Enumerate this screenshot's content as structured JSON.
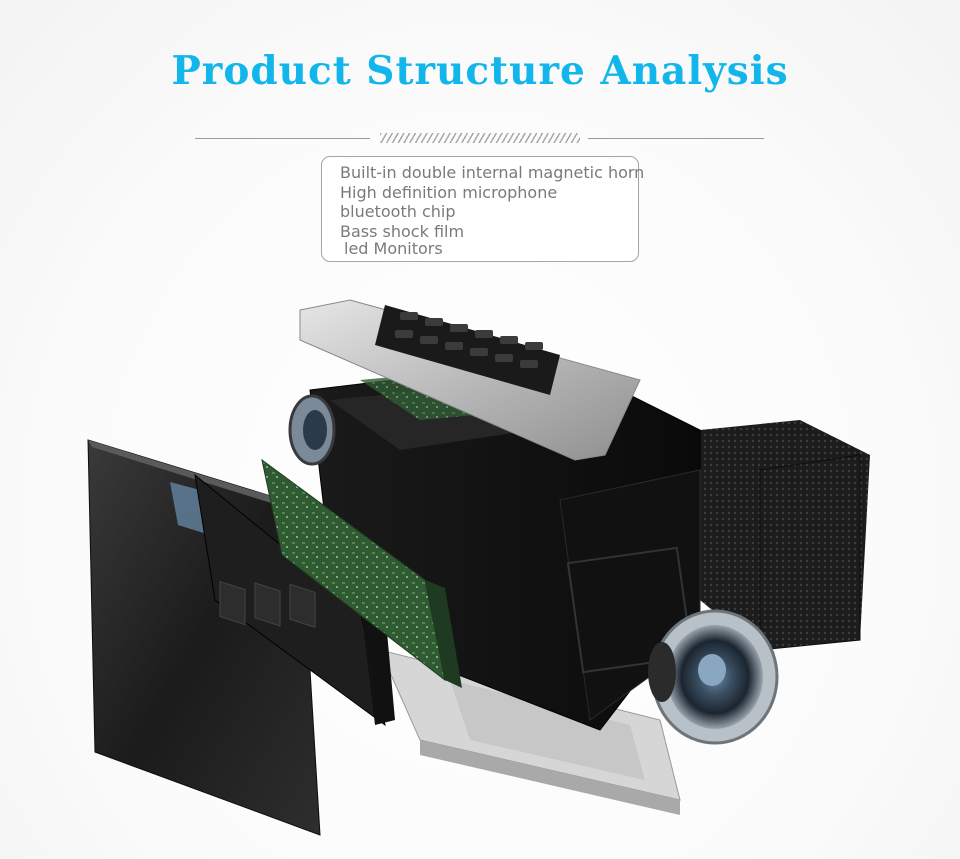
{
  "header": {
    "title": "Product Structure Analysis"
  },
  "features": [
    "Built-in double internal magnetic horn",
    "High definition microphone",
    "bluetooth chip",
    "Bass shock film",
    "led Monitors"
  ],
  "colors": {
    "title": "#12b6ea",
    "feature_text": "#7a7a7a",
    "divider": "#9a9a9a"
  },
  "image": {
    "subject": "exploded-view-bluetooth-speaker"
  }
}
